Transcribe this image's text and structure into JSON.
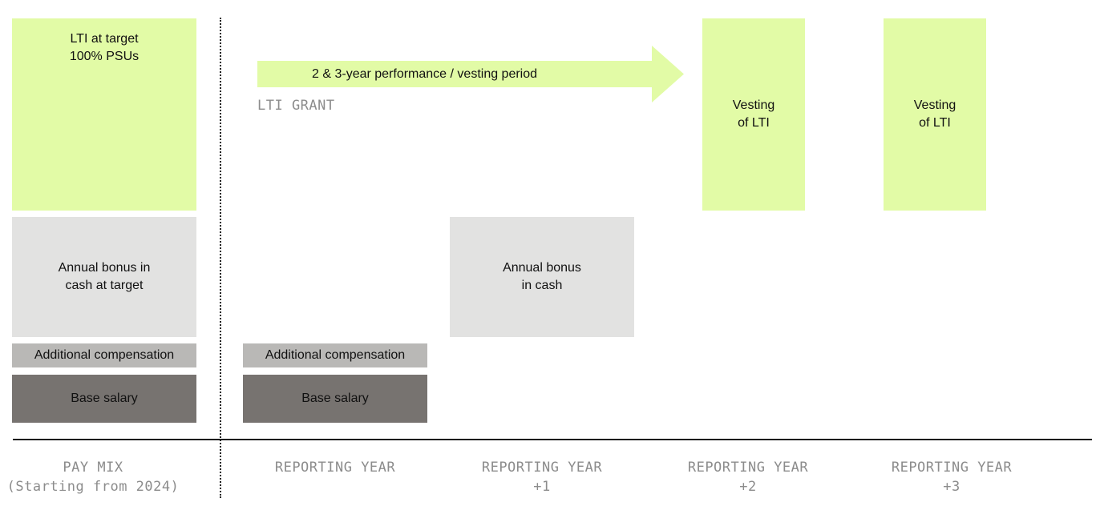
{
  "pay_mix": {
    "lti_box": {
      "line1": "LTI at target",
      "line2": "100% PSUs"
    },
    "bonus_box": {
      "line1": "Annual bonus in",
      "line2": "cash at target"
    },
    "additional_compensation": "Additional compensation",
    "base_salary": "Base salary"
  },
  "reporting_year": {
    "arrow_label": "2 & 3-year performance / vesting period",
    "grant_label": "LTI GRANT",
    "additional_compensation": "Additional compensation",
    "base_salary": "Base salary"
  },
  "reporting_year_1": {
    "bonus_box": {
      "line1": "Annual bonus",
      "line2": "in cash"
    }
  },
  "reporting_year_2": {
    "vesting_box": {
      "line1": "Vesting",
      "line2": "of LTI"
    }
  },
  "reporting_year_3": {
    "vesting_box": {
      "line1": "Vesting",
      "line2": "of LTI"
    }
  },
  "axis_labels": [
    {
      "line1": "PAY MIX",
      "line2": "(Starting from 2024)"
    },
    {
      "line1": "REPORTING YEAR",
      "line2": ""
    },
    {
      "line1": "REPORTING YEAR",
      "line2": "+1"
    },
    {
      "line1": "REPORTING YEAR",
      "line2": "+2"
    },
    {
      "line1": "REPORTING YEAR",
      "line2": "+3"
    }
  ],
  "colors": {
    "lti": "#e2fba6",
    "bonus": "#e2e2e1",
    "additional_compensation": "#b9b8b6",
    "base_salary": "#777370",
    "axis_text": "#8c8c8c"
  }
}
